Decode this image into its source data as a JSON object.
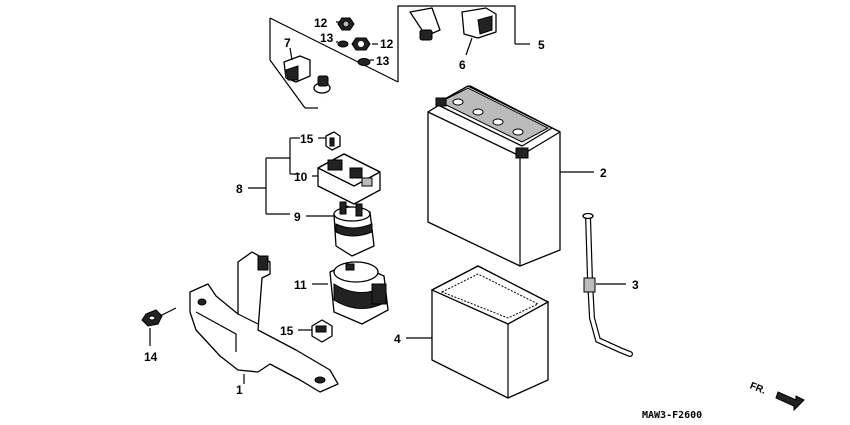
{
  "callouts": {
    "c1": "1",
    "c2": "2",
    "c3": "3",
    "c4": "4",
    "c5": "5",
    "c6": "6",
    "c7": "7",
    "c8": "8",
    "c9": "9",
    "c10": "10",
    "c11": "11",
    "c12a": "12",
    "c12b": "12",
    "c13a": "13",
    "c13b": "13",
    "c14": "14",
    "c15a": "15",
    "c15b": "15"
  },
  "diagram_code": "MAW3-F2600",
  "front_marker": "FR."
}
